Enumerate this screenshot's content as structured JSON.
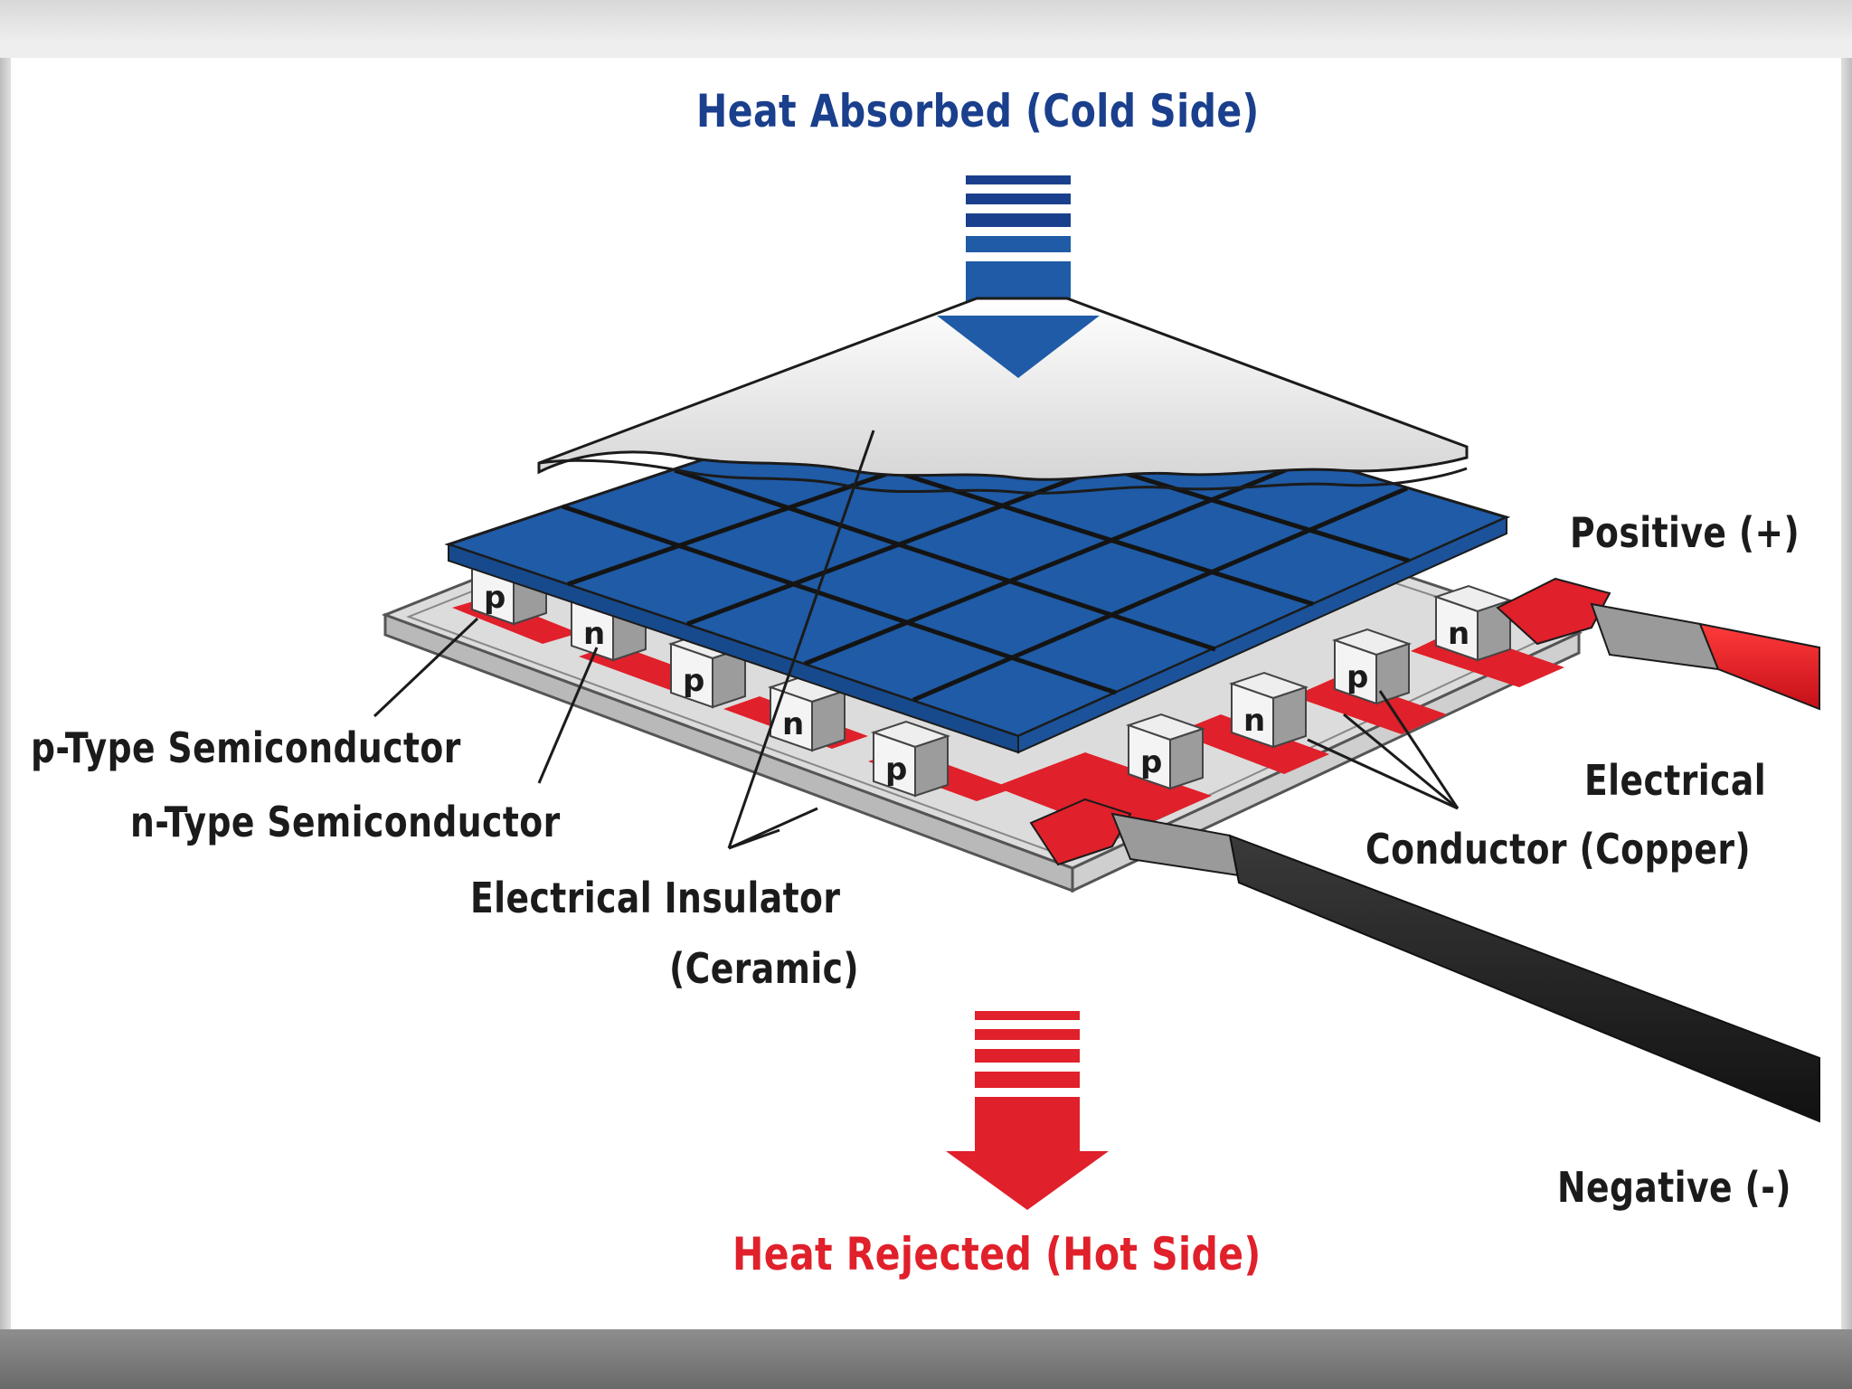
{
  "title_top": "Heat Absorbed (Cold Side)",
  "title_bottom": "Heat Rejected (Hot Side)",
  "labels": {
    "positive": "Positive (+)",
    "negative": "Negative (-)",
    "p_type": "p-Type Semiconductor",
    "n_type": "n-Type Semiconductor",
    "insulator_line1": "Electrical Insulator",
    "insulator_line2": "(Ceramic)",
    "conductor_line1": "Electrical",
    "conductor_line2": "Conductor (Copper)"
  },
  "pellets": {
    "front_row": [
      "p",
      "n",
      "p",
      "n",
      "p"
    ],
    "right_row": [
      "p",
      "n",
      "p",
      "n"
    ]
  },
  "colors": {
    "cold_blue": "#1a3f8c",
    "plate_blue": "#1f5ba6",
    "hot_red": "#e0202a",
    "ceramic_white": "#f2f2f2",
    "wire_black": "#1c1c1c",
    "text_dark": "#1b1b1b"
  }
}
